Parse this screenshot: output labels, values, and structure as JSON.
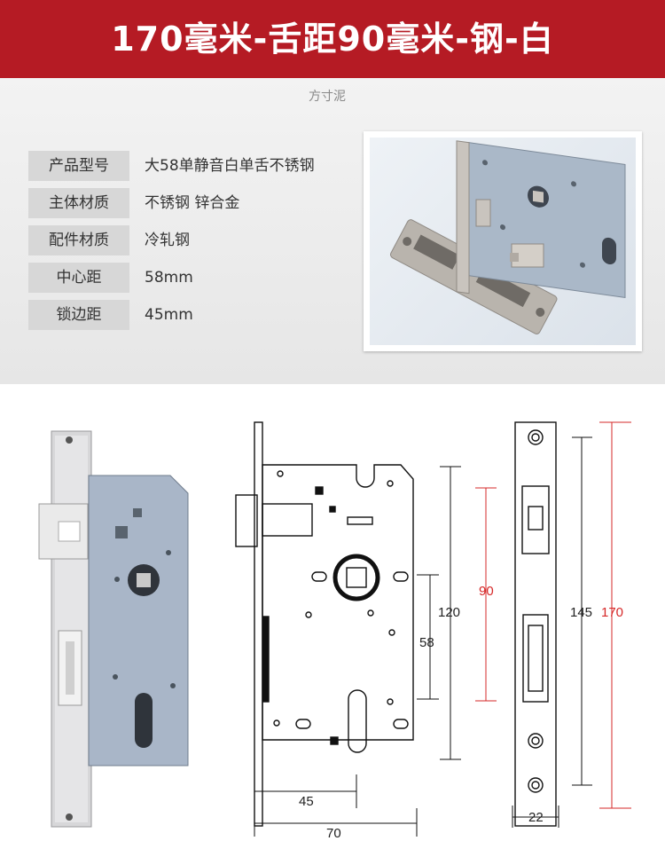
{
  "header": {
    "title": "170毫米-舌距90毫米-钢-白"
  },
  "watermark": "方寸泥",
  "specs": [
    {
      "label": "产品型号",
      "value": "大58单静音白单舌不锈钢"
    },
    {
      "label": "主体材质",
      "value": "不锈钢 锌合金"
    },
    {
      "label": "配件材质",
      "value": "冷轧钢"
    },
    {
      "label": "中心距",
      "value": "58mm"
    },
    {
      "label": "锁边距",
      "value": "45mm"
    }
  ],
  "dimensions": {
    "height_120": "120",
    "center_58": "58",
    "backset_45": "45",
    "width_70": "70",
    "tongue_90": "90",
    "plate_145": "145",
    "plate_170": "170",
    "plate_width_22": "22"
  },
  "colors": {
    "header_bg": "#b51b24",
    "dim_red": "#d62828"
  }
}
